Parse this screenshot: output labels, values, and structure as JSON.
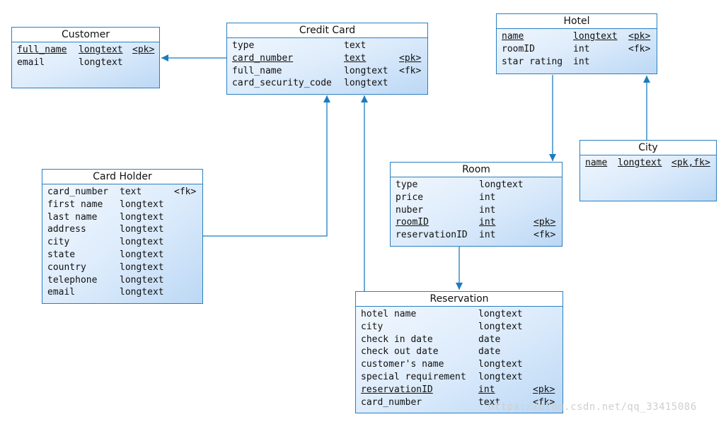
{
  "entities": {
    "customer": {
      "title": "Customer",
      "fields": [
        {
          "name": "full_name",
          "type": "longtext",
          "key": "<pk>"
        },
        {
          "name": "email",
          "type": "longtext",
          "key": ""
        }
      ]
    },
    "credit_card": {
      "title": "Credit Card",
      "fields": [
        {
          "name": "type",
          "type": "text",
          "key": ""
        },
        {
          "name": "card_number",
          "type": "text",
          "key": "<pk>"
        },
        {
          "name": "full_name",
          "type": "longtext",
          "key": "<fk>"
        },
        {
          "name": "card_security_code",
          "type": "longtext",
          "key": ""
        }
      ]
    },
    "hotel": {
      "title": "Hotel",
      "fields": [
        {
          "name": "name",
          "type": "longtext",
          "key": "<pk>"
        },
        {
          "name": "roomID",
          "type": "int",
          "key": "<fk>"
        },
        {
          "name": "star rating",
          "type": "int",
          "key": ""
        }
      ]
    },
    "city": {
      "title": "City",
      "fields": [
        {
          "name": "name",
          "type": "longtext",
          "key": "<pk,fk>"
        }
      ]
    },
    "card_holder": {
      "title": "Card Holder",
      "fields": [
        {
          "name": "card_number",
          "type": "text",
          "key": "<fk>"
        },
        {
          "name": "first name",
          "type": "longtext",
          "key": ""
        },
        {
          "name": "last name",
          "type": "longtext",
          "key": ""
        },
        {
          "name": "address",
          "type": "longtext",
          "key": ""
        },
        {
          "name": "city",
          "type": "longtext",
          "key": ""
        },
        {
          "name": "state",
          "type": "longtext",
          "key": ""
        },
        {
          "name": "country",
          "type": "longtext",
          "key": ""
        },
        {
          "name": "telephone",
          "type": "longtext",
          "key": ""
        },
        {
          "name": "email",
          "type": "longtext",
          "key": ""
        }
      ]
    },
    "room": {
      "title": "Room",
      "fields": [
        {
          "name": "type",
          "type": "longtext",
          "key": ""
        },
        {
          "name": "price",
          "type": "int",
          "key": ""
        },
        {
          "name": "nuber",
          "type": "int",
          "key": ""
        },
        {
          "name": "roomID",
          "type": "int",
          "key": "<pk>"
        },
        {
          "name": "reservationID",
          "type": "int",
          "key": "<fk>"
        }
      ]
    },
    "reservation": {
      "title": "Reservation",
      "fields": [
        {
          "name": "hotel name",
          "type": "longtext",
          "key": ""
        },
        {
          "name": "city",
          "type": "longtext",
          "key": ""
        },
        {
          "name": "check in date",
          "type": "date",
          "key": ""
        },
        {
          "name": "check out date",
          "type": "date",
          "key": ""
        },
        {
          "name": "customer's name",
          "type": "longtext",
          "key": ""
        },
        {
          "name": "special requirement",
          "type": "longtext",
          "key": ""
        },
        {
          "name": "reservationID",
          "type": "int",
          "key": "<pk>"
        },
        {
          "name": "card_number",
          "type": "text",
          "key": "<fk>"
        }
      ]
    }
  },
  "watermark": "https://blog.csdn.net/qq_33415086",
  "colors": {
    "line": "#1a7cc0",
    "border": "#2a7fbf"
  }
}
